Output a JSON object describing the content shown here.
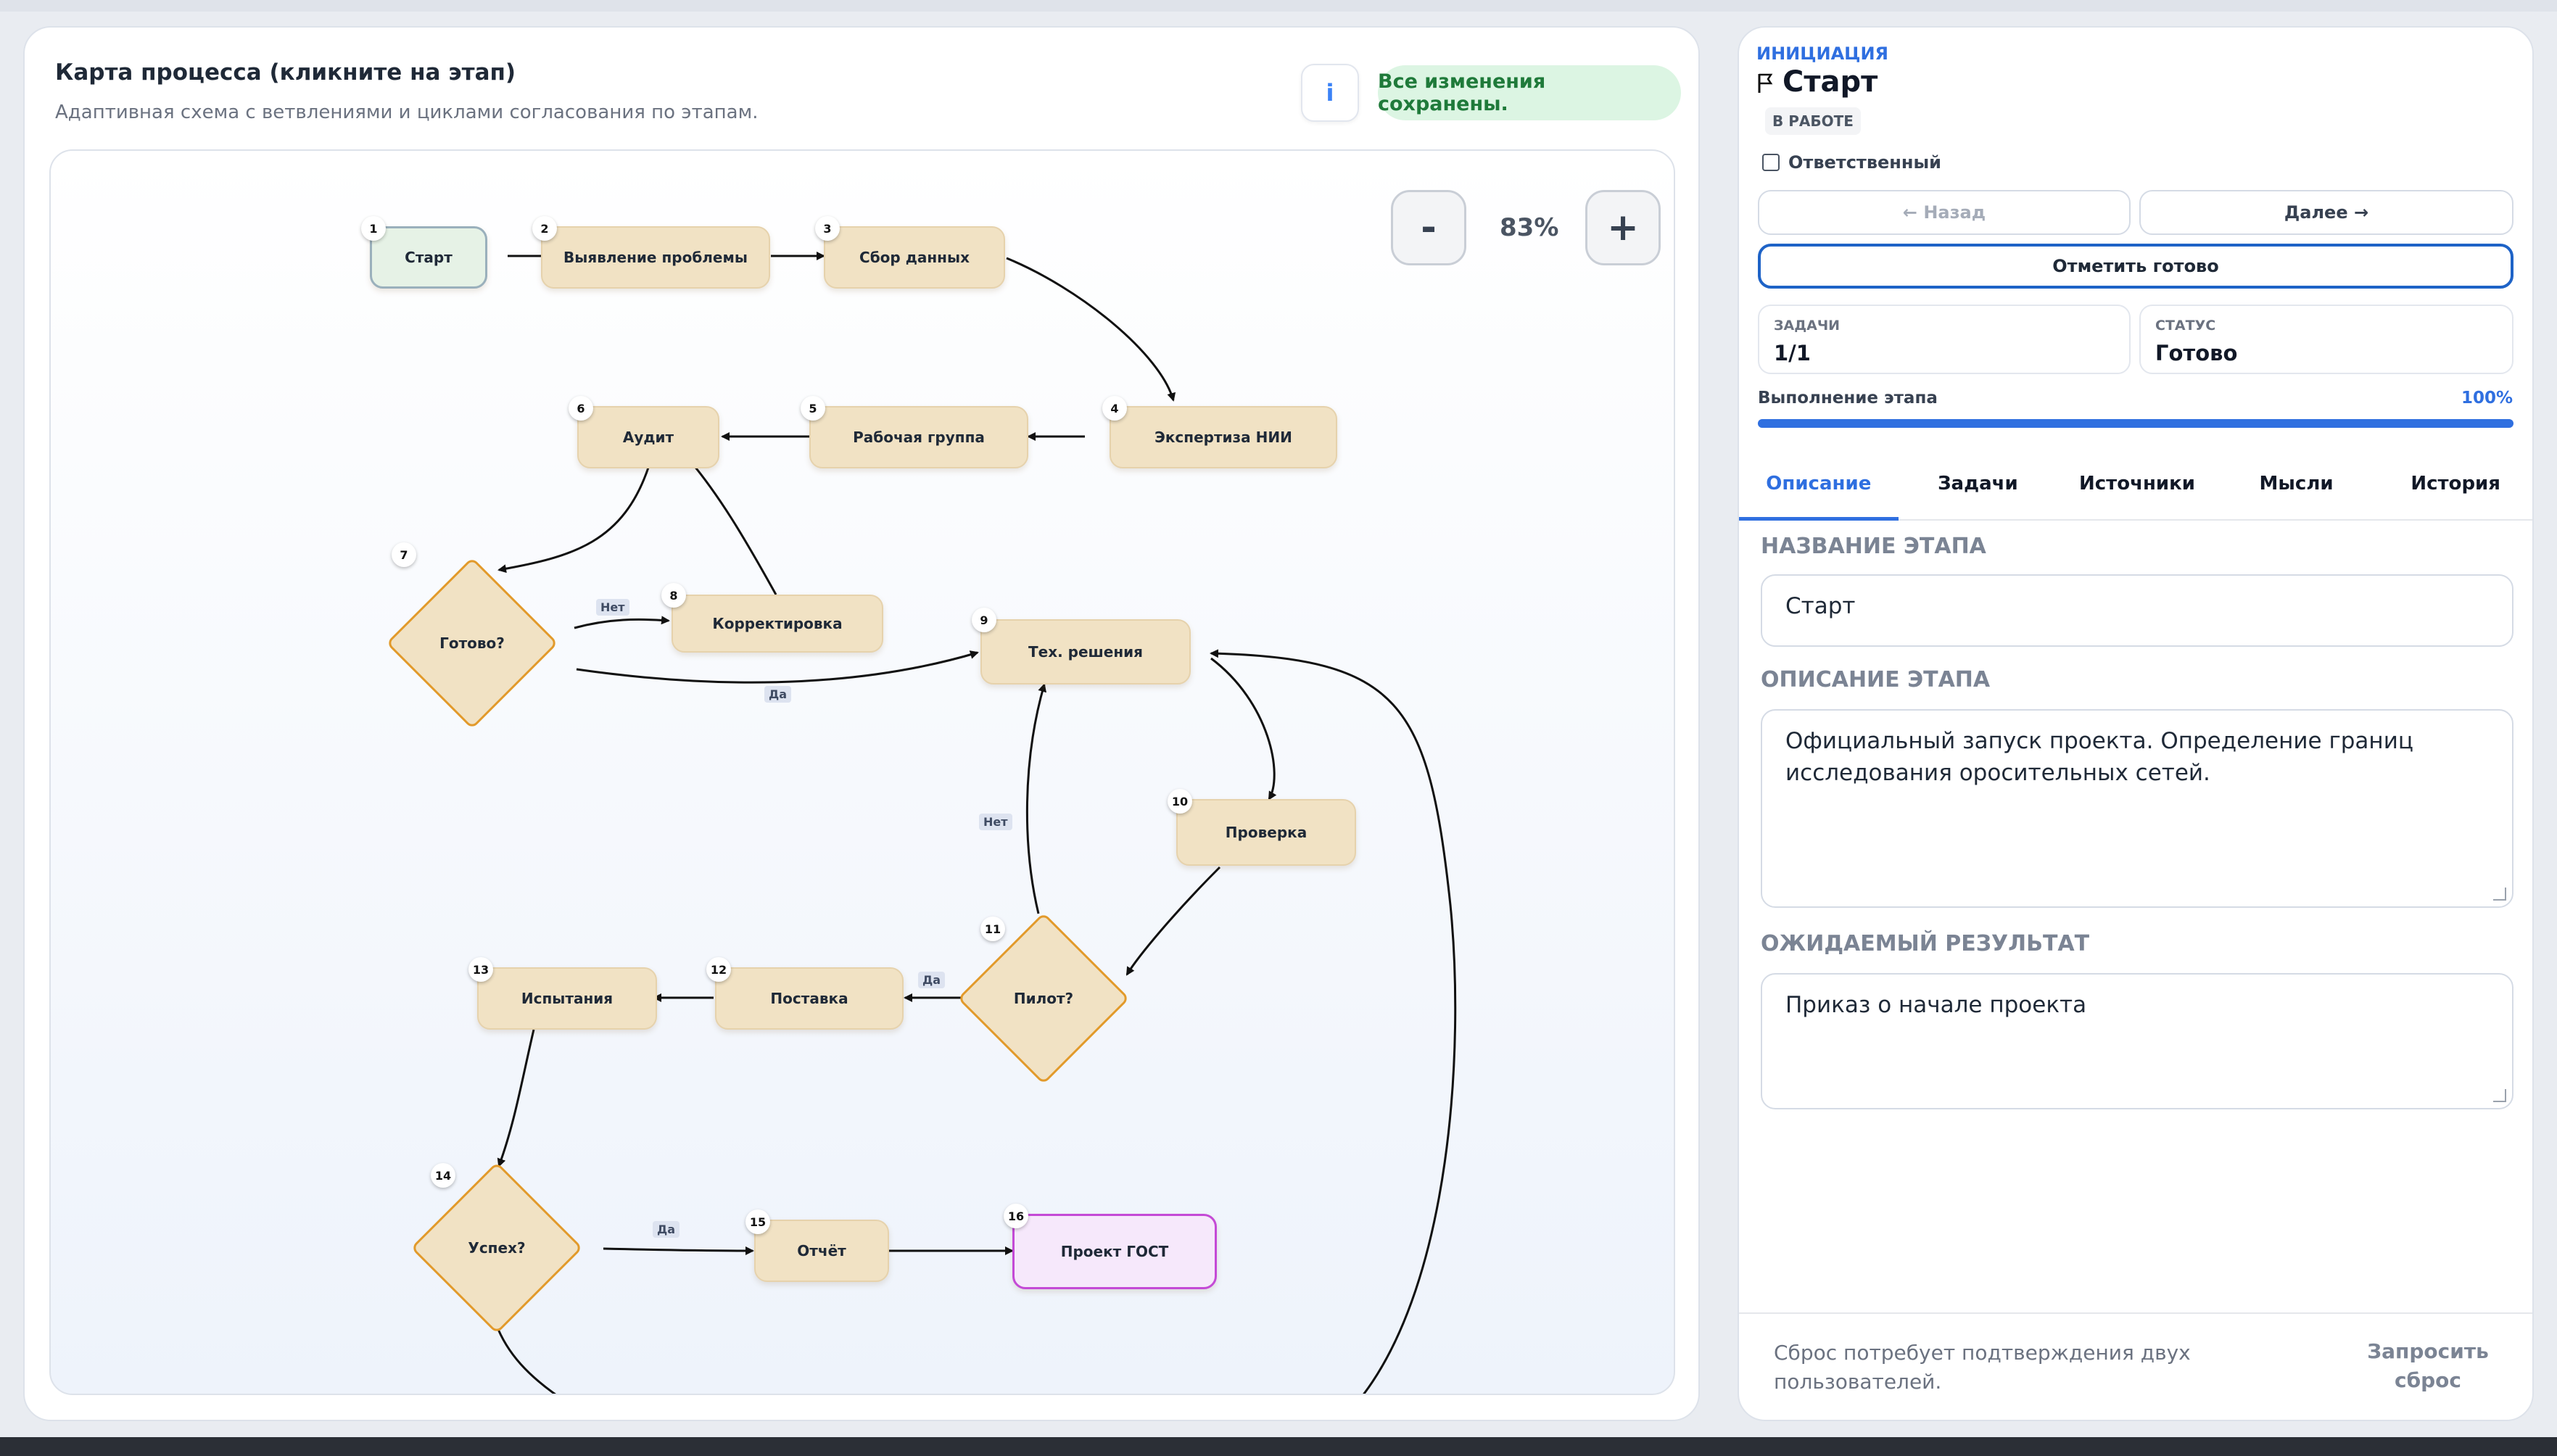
{
  "map": {
    "title": "Карта процесса (кликните на этап)",
    "subtitle": "Адаптивная схема с ветвлениями и циклами согласования по этапам.",
    "info_icon_text": "i",
    "saved_text": "Все изменения сохранены.",
    "zoom_out": "-",
    "zoom_in": "+",
    "zoom_level": "83%"
  },
  "nodes": {
    "n1": {
      "num": "1",
      "label": "Старт"
    },
    "n2": {
      "num": "2",
      "label": "Выявление проблемы"
    },
    "n3": {
      "num": "3",
      "label": "Сбор данных"
    },
    "n4": {
      "num": "4",
      "label": "Экспертиза НИИ"
    },
    "n5": {
      "num": "5",
      "label": "Рабочая группа"
    },
    "n6": {
      "num": "6",
      "label": "Аудит"
    },
    "n7": {
      "num": "7",
      "label": "Готово?"
    },
    "n8": {
      "num": "8",
      "label": "Корректировка"
    },
    "n9": {
      "num": "9",
      "label": "Тех. решения"
    },
    "n10": {
      "num": "10",
      "label": "Проверка"
    },
    "n11": {
      "num": "11",
      "label": "Пилот?"
    },
    "n12": {
      "num": "12",
      "label": "Поставка"
    },
    "n13": {
      "num": "13",
      "label": "Испытания"
    },
    "n14": {
      "num": "14",
      "label": "Успех?"
    },
    "n15": {
      "num": "15",
      "label": "Отчёт"
    },
    "n16": {
      "num": "16",
      "label": "Проект ГОСТ"
    }
  },
  "edge_labels": {
    "net1": "Нет",
    "da1": "Да",
    "net2": "Нет",
    "da2": "Да",
    "da3": "Да"
  },
  "panel": {
    "phase": "ИНИЦИАЦИЯ",
    "flag_icon": "flag-icon",
    "title": "Старт",
    "status_pill": "В РАБОТЕ",
    "responsible_label": "Ответственный",
    "back_label": "← Назад",
    "next_label": "Далее →",
    "done_label": "Отметить готово",
    "tasks_key": "ЗАДАЧИ",
    "tasks_value": "1/1",
    "status_key": "СТАТУС",
    "status_value": "Готово",
    "progress_label": "Выполнение этапа",
    "progress_value": "100%",
    "progress_fraction": 1.0,
    "accent_color": "#2f6fe0",
    "tabs": [
      "Описание",
      "Задачи",
      "Источники",
      "Мысли",
      "История"
    ],
    "name_label": "НАЗВАНИЕ ЭТАПА",
    "name_value": "Старт",
    "desc_label": "ОПИСАНИЕ ЭТАПА",
    "desc_value": "Официальный запуск проекта. Определение границ исследования оросительных сетей.",
    "result_label": "ОЖИДАЕМЫЙ РЕЗУЛЬТАТ",
    "result_value": "Приказ о начале проекта",
    "footer_note": "Сброс потребует подтверждения двух пользователей.",
    "reset_label": "Запросить сброс"
  }
}
